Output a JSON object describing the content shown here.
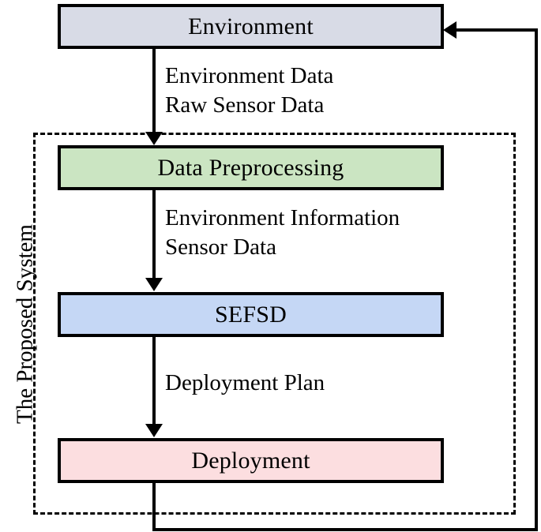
{
  "diagram": {
    "title": "The Proposed System",
    "boundary_caption": "The Proposed System",
    "nodes": [
      {
        "id": "environment",
        "label": "Environment",
        "fill": "#d8dbe6",
        "inside_boundary": false
      },
      {
        "id": "preprocessing",
        "label": "Data Preprocessing",
        "fill": "#cbe5c2",
        "inside_boundary": true
      },
      {
        "id": "sefsd",
        "label": "SEFSD",
        "fill": "#c5d7f5",
        "inside_boundary": true
      },
      {
        "id": "deployment",
        "label": "Deployment",
        "fill": "#fcdee0",
        "inside_boundary": true
      }
    ],
    "edges": [
      {
        "id": "environment-to-preprocessing",
        "from": "environment",
        "to": "preprocessing",
        "line_1": "Environment Data",
        "line_2": "Raw Sensor Data"
      },
      {
        "id": "preprocessing-to-sefsd",
        "from": "preprocessing",
        "to": "sefsd",
        "line_1": "Environment Information",
        "line_2": "Sensor Data"
      },
      {
        "id": "sefsd-to-deployment",
        "from": "sefsd",
        "to": "deployment",
        "line_1": "Deployment Plan",
        "line_2": ""
      },
      {
        "id": "deployment-feedback-to-environment",
        "from": "deployment",
        "to": "environment",
        "line_1": "",
        "line_2": ""
      }
    ],
    "colors": {
      "stroke": "#000000",
      "background": "#ffffff",
      "environment_fill": "#d8dbe6",
      "preprocessing_fill": "#cbe5c2",
      "sefsd_fill": "#c5d7f5",
      "deployment_fill": "#fcdee0"
    }
  }
}
